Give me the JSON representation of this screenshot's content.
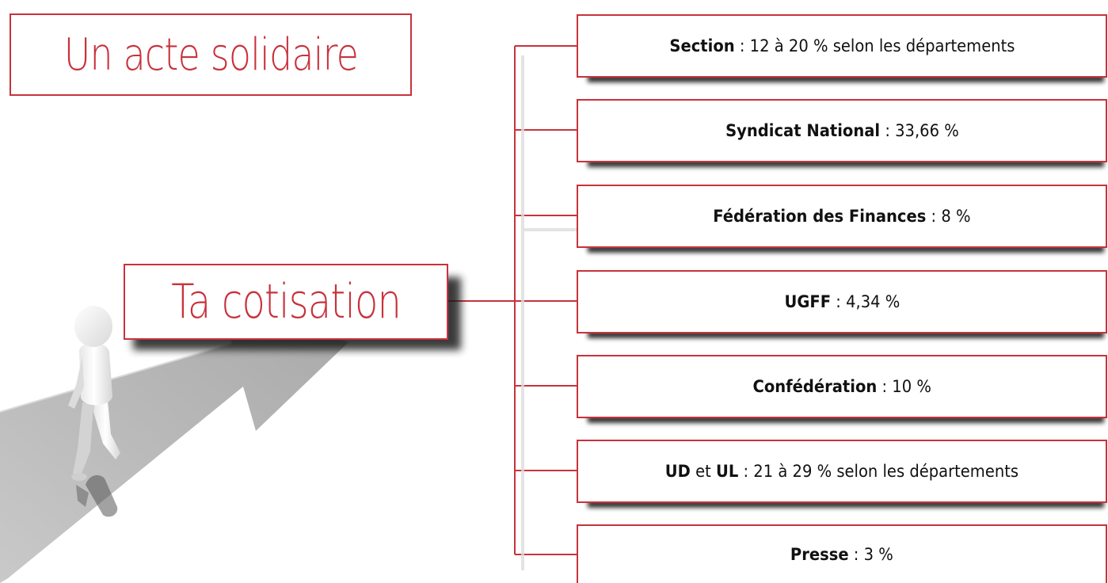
{
  "title": "Un acte solidaire",
  "center_label": "Ta cotisation",
  "items": [
    {
      "name": "Section",
      "joiner": "",
      "name2": "",
      "value": "12 à 20 % selon les départements"
    },
    {
      "name": "Syndicat National",
      "joiner": "",
      "name2": "",
      "value": "33,66 %"
    },
    {
      "name": "Fédération des Finances",
      "joiner": "",
      "name2": "",
      "value": "8 %"
    },
    {
      "name": "UGFF",
      "joiner": "",
      "name2": "",
      "value": "4,34 %"
    },
    {
      "name": "Confédération",
      "joiner": "",
      "name2": "",
      "value": "10 %"
    },
    {
      "name": "UD",
      "joiner": "et",
      "name2": "UL",
      "value": "21 à 29 % selon les départements"
    },
    {
      "name": "Presse",
      "joiner": "",
      "name2": "",
      "value": "3 %"
    }
  ],
  "colors": {
    "accent": "#c8323c",
    "arrow": "#bdbdbd",
    "figure": "#f4f4f4"
  }
}
